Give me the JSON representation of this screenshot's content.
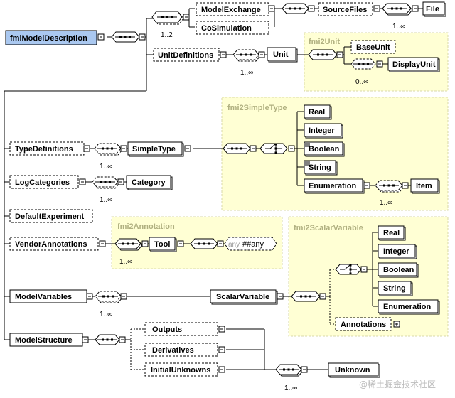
{
  "root": {
    "label": "fmiModelDescription"
  },
  "top_choice": {
    "occurrence": "1..2",
    "items": [
      "ModelExchange",
      "CoSimulation"
    ]
  },
  "source_files": {
    "label": "SourceFiles",
    "child": "File",
    "occurrence": "1..∞"
  },
  "unit_definitions": {
    "label": "UnitDefinitions",
    "occurrence": "1..∞",
    "child": "Unit"
  },
  "fmi2unit": {
    "group": "fmi2Unit",
    "base": "BaseUnit",
    "display": "DisplayUnit",
    "occurrence": "0..∞"
  },
  "type_definitions": {
    "label": "TypeDefinitions",
    "occurrence": "1..∞",
    "child": "SimpleType"
  },
  "fmi2simpletype": {
    "group": "fmi2SimpleType",
    "items": [
      "Real",
      "Integer",
      "Boolean",
      "String",
      "Enumeration"
    ],
    "enum_child": "Item",
    "enum_occurrence": "1..∞"
  },
  "log_categories": {
    "label": "LogCategories",
    "occurrence": "1..∞",
    "child": "Category"
  },
  "default_experiment": {
    "label": "DefaultExperiment"
  },
  "vendor_annotations": {
    "label": "VendorAnnotations"
  },
  "fmi2annotation": {
    "group": "fmi2Annotation",
    "tool": "Tool",
    "occurrence": "1..∞",
    "any_prefix": "any",
    "any_ns": "##any"
  },
  "model_variables": {
    "label": "ModelVariables",
    "occurrence": "1..∞",
    "child": "ScalarVariable"
  },
  "fmi2scalarvariable": {
    "group": "fmi2ScalarVariable",
    "items": [
      "Real",
      "Integer",
      "Boolean",
      "String",
      "Enumeration"
    ],
    "annotations": "Annotations"
  },
  "model_structure": {
    "label": "ModelStructure",
    "items": [
      "Outputs",
      "Derivatives",
      "InitialUnknowns"
    ],
    "child": "Unknown",
    "occurrence": "1..∞"
  },
  "watermark": "@稀土掘金技术社区"
}
